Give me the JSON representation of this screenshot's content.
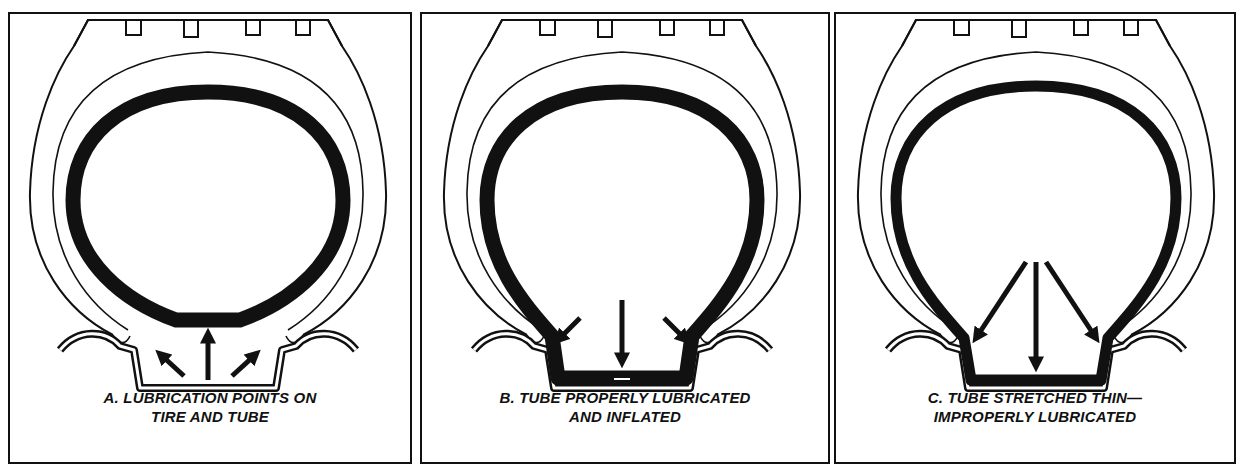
{
  "diagram": {
    "nodes": [
      {
        "text": [
          "A. LUBRICATION POINTS ON TIRE AND TUBE"
        ]
      },
      {
        "text": [
          "B. TUBE PROPERLY LUBRICATED AND INFLATED"
        ]
      },
      {
        "text": [
          "C. TUBE STRETCHED THIN— IMPROPERLY LUBRICATED"
        ]
      }
    ]
  }
}
